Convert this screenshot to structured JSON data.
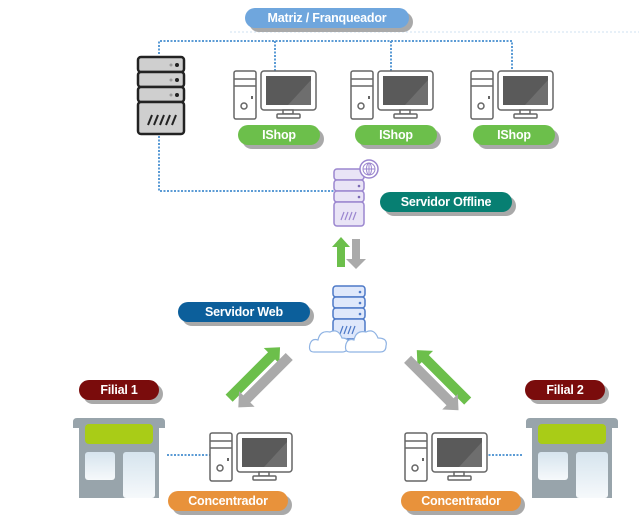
{
  "title": "Matriz / Franqueador",
  "labels": {
    "ishop_1": "IShop",
    "ishop_2": "IShop",
    "ishop_3": "IShop",
    "servidor_offline": "Servidor Offline",
    "servidor_web": "Servidor Web",
    "filial_1": "Filial 1",
    "filial_2": "Filial 2",
    "concentrador_1": "Concentrador",
    "concentrador_2": "Concentrador"
  },
  "icons": {
    "matriz_server": "server-rack-icon",
    "workstation": "desktop-computer-icon",
    "offline_server": "server-globe-icon",
    "web_server": "cloud-server-icon",
    "store": "storefront-icon",
    "sync_arrows": "up-down-arrows-icon"
  },
  "colors": {
    "title_pill": "#6fa6dd",
    "ishop_pill": "#6cbf4b",
    "offline_pill": "#077f72",
    "web_pill": "#0c5f9b",
    "filial_pill": "#7a0c0c",
    "concentrador_pill": "#e8923b",
    "connector": "#5b9bd5",
    "arrow_up": "#6cbf4b",
    "arrow_down": "#aaaaaa"
  }
}
